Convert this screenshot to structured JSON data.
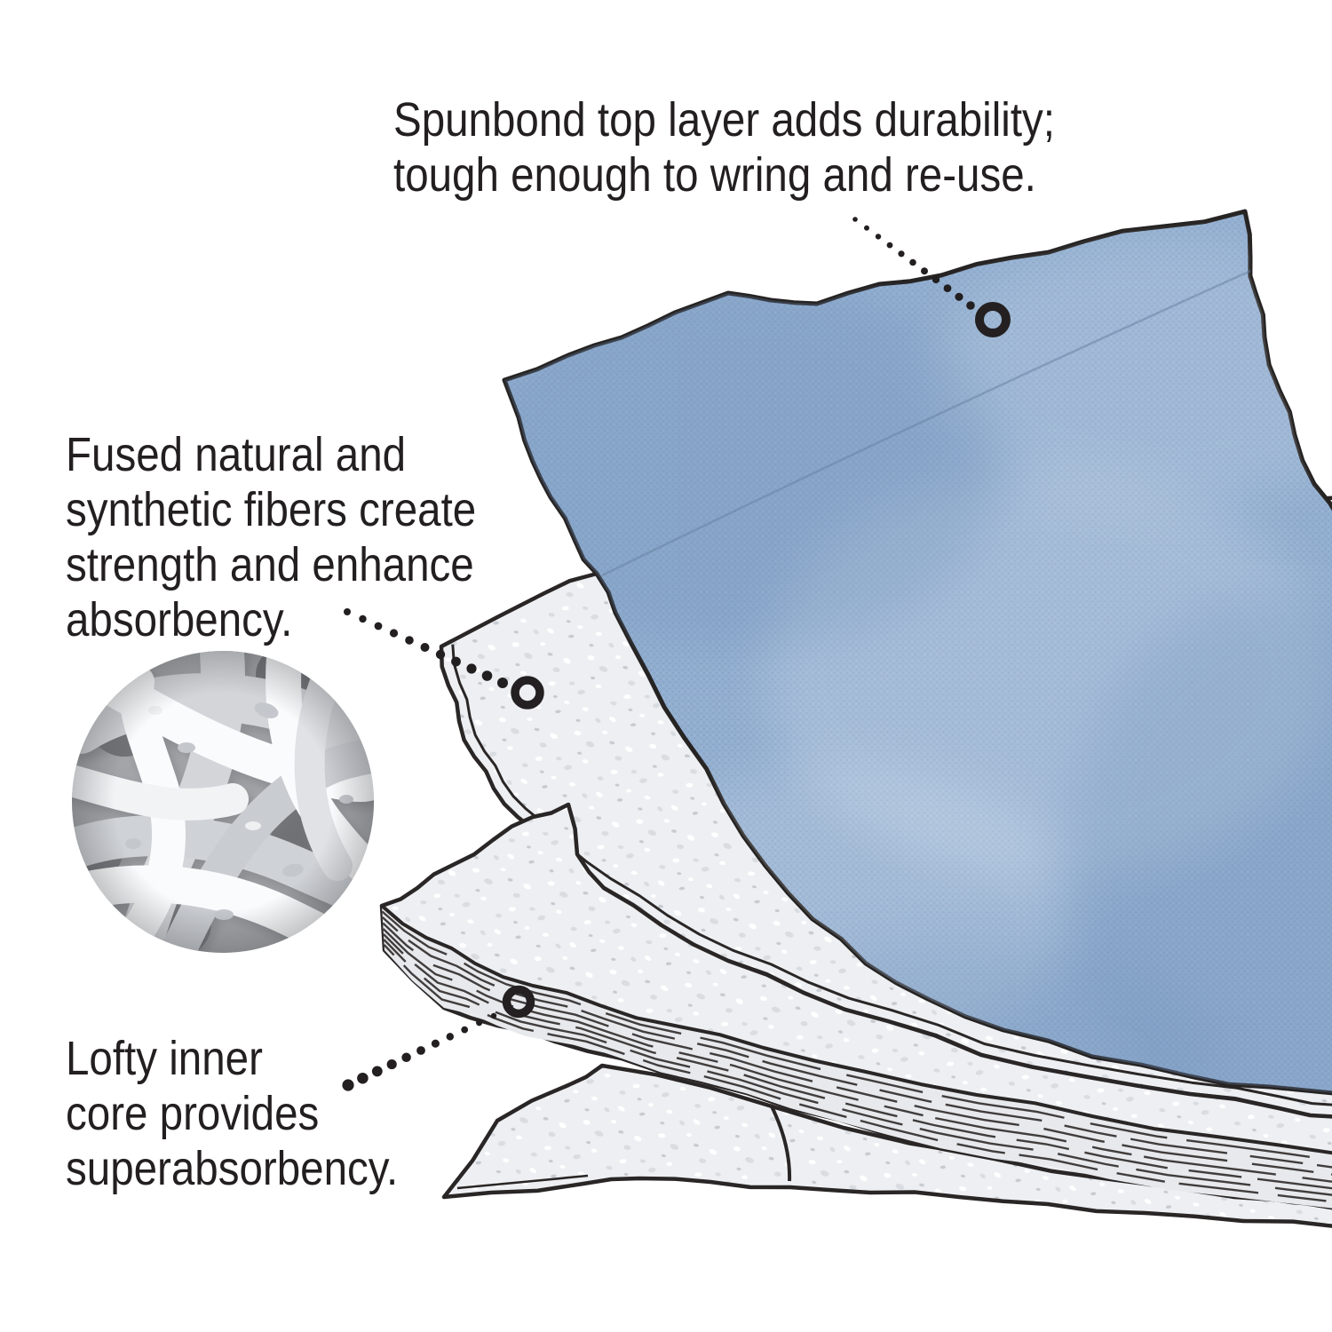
{
  "diagram": {
    "type": "product-layers-infographic",
    "background": "#ffffff",
    "captions": {
      "spunbond": {
        "lines": [
          "Spunbond top layer adds durability;",
          "tough enough to wring and re-use."
        ]
      },
      "fused": {
        "lines": [
          "Fused natural and",
          "synthetic fibers create",
          "strength and enhance",
          "absorbency."
        ]
      },
      "core": {
        "lines": [
          "Lofty inner",
          "core provides",
          "superabsorbency."
        ]
      }
    },
    "layers": [
      {
        "name": "spunbond-top-layer",
        "color": "#93afd0"
      },
      {
        "name": "fused-fiber-layer",
        "color": "#edeff2"
      },
      {
        "name": "lofty-inner-core",
        "color": "#e9ebee"
      }
    ],
    "icons": {
      "ring_marker": "ring-marker-icon",
      "dotted_leader": "dotted-leader-line",
      "fiber_closeup": "fiber-closeup-circle"
    },
    "colors": {
      "outline": "#2a2626",
      "text": "#231f20",
      "leader_dot": "#231f20",
      "blue_shade_dark": "#7191ba",
      "speckle_gray": "#c7cbd1"
    }
  }
}
